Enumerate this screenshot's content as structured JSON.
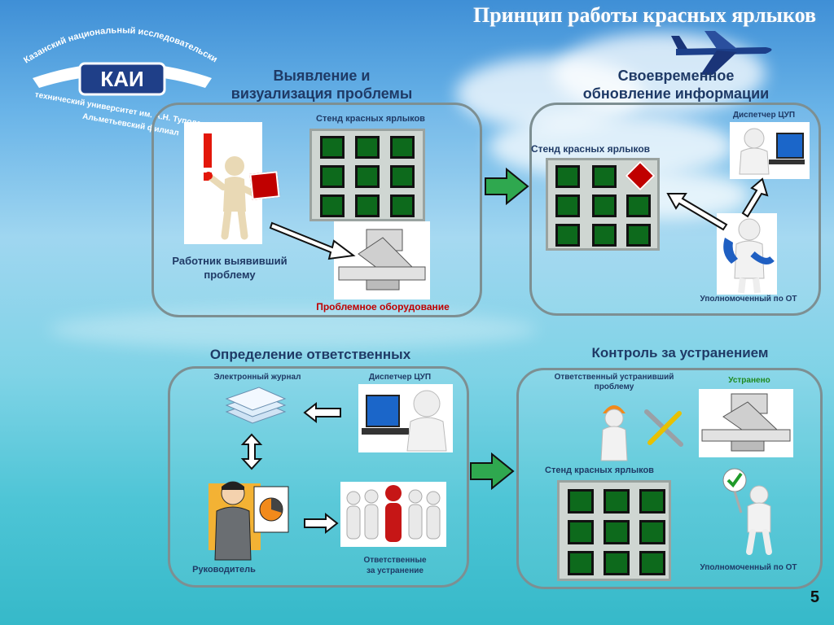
{
  "title": "Принцип работы красных ярлыков",
  "logo": {
    "arc_text": "Казанский национальный исследовательский",
    "line2": "технический университет им. А.Н. Туполева",
    "line3": "Альметьевский филиал",
    "mark": "КАИ"
  },
  "block1": {
    "heading_line1": "Выявление и",
    "heading_line2": "визуализация проблемы",
    "board_label": "Стенд красных ярлыков",
    "worker_label_line1": "Работник выявивший",
    "worker_label_line2": "проблему",
    "equipment_label": "Проблемное оборудование"
  },
  "block2": {
    "heading_line1": "Своевременное",
    "heading_line2": "обновление информации",
    "board_label": "Стенд красных ярлыков",
    "dispatcher_label": "Диспетчер ЦУП",
    "ot_label": "Уполномоченный по ОТ"
  },
  "block3": {
    "heading": "Определение ответственных",
    "journal_label": "Электронный журнал",
    "dispatcher_label": "Диспетчер ЦУП",
    "manager_label": "Руководитель",
    "responsible_label_line1": "Ответственные",
    "responsible_label_line2": "за устранение"
  },
  "block4": {
    "heading": "Контроль за устранением",
    "fixer_label_line1": "Ответственный устранивший",
    "fixer_label_line2": "проблему",
    "fixed_label": "Устранено",
    "board_label": "Стенд красных ярлыков",
    "ot_label": "Уполномоченный по ОТ"
  },
  "page_number": "5",
  "colors": {
    "heading": "#1f3a66",
    "tile": "#0d6a1c",
    "red_tag": "#c00000",
    "arrow_green": "#2fa84f",
    "frame": "#7d8f92"
  }
}
